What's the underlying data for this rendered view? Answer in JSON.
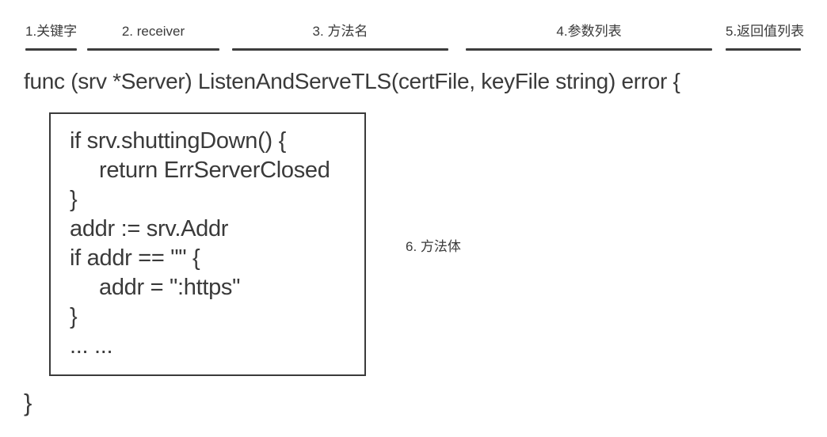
{
  "diagram": {
    "colors": {
      "ink": "#3a3a3a",
      "background": "#ffffff"
    },
    "annotations": {
      "keyword": "1.关键字",
      "receiver": "2. receiver",
      "method_name": "3. 方法名",
      "param_list": "4.参数列表",
      "return_list": "5.返回值列表",
      "method_body": "6. 方法体"
    },
    "signature": "func (srv *Server) ListenAndServeTLS(certFile, keyFile string) error {",
    "body_lines": [
      {
        "indent": 0,
        "text": "if srv.shuttingDown() {"
      },
      {
        "indent": 1,
        "text": "return ErrServerClosed"
      },
      {
        "indent": 0,
        "text": "}"
      },
      {
        "indent": 0,
        "text": "addr := srv.Addr"
      },
      {
        "indent": 0,
        "text": "if addr == \"\" {"
      },
      {
        "indent": 1,
        "text": "addr = \":https\""
      },
      {
        "indent": 0,
        "text": "}"
      },
      {
        "indent": 0,
        "text": "... ..."
      }
    ],
    "closing_brace": "}"
  }
}
